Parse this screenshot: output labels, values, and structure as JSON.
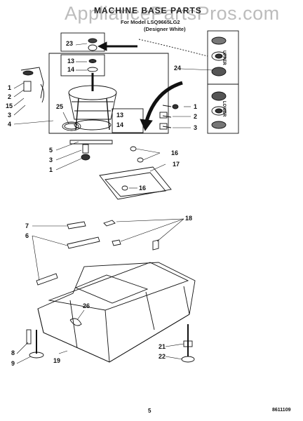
{
  "header": {
    "watermark": "AppliancePartsPros.com",
    "title": "MACHINE BASE PARTS",
    "model_line": "For Model LSQ9665LG2",
    "color_line": "(Designer White)"
  },
  "callouts": [
    "23",
    "13",
    "14",
    "24",
    "1",
    "2",
    "15",
    "3",
    "4",
    "25",
    "13",
    "14",
    "1",
    "2",
    "3",
    "5",
    "3",
    "1",
    "16",
    "17",
    "16",
    "7",
    "6",
    "18",
    "26",
    "8",
    "9",
    "19",
    "21",
    "22"
  ],
  "bearing_labels": {
    "upper": "UPPER",
    "lower": "LOWER"
  },
  "footer": {
    "page": "5",
    "code": "8611109"
  }
}
